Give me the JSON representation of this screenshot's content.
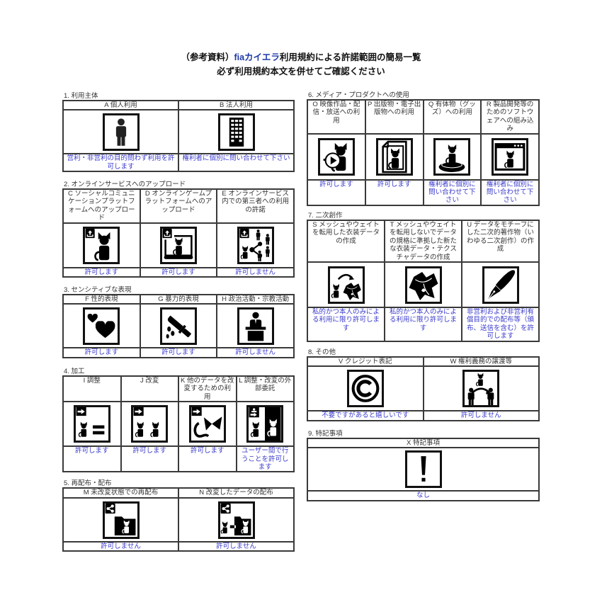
{
  "title": {
    "prefix": "（参考資料）",
    "brand": "fiaカイエラ",
    "suffix": "利用規約による許諾範囲の簡易一覧",
    "subtitle": "必ず利用規約本文を併せてご確認ください"
  },
  "colors": {
    "brand": "#1f3aa8",
    "status_text": "#3a3acc",
    "border": "#3a3a3a",
    "icon": "#000000"
  },
  "sections": [
    {
      "title": "1. 利用主体",
      "items": [
        {
          "id": "A",
          "header": "A 個人利用",
          "icon": "person-icon",
          "status": "営利・非営利の目的問わず利用を許可します"
        },
        {
          "id": "B",
          "header": "B 法人利用",
          "icon": "building-icon",
          "status": "権利者に個別に問い合わせて下さい"
        }
      ]
    },
    {
      "title": "2. オンラインサービスへのアップロード",
      "items": [
        {
          "id": "C",
          "header": "C ソーシャルコミュニケーションプラットフォームへのアップロード",
          "icon": "upload-cat-icon",
          "status": "許可します"
        },
        {
          "id": "D",
          "header": "D オンラインゲームプラットフォームへのアップロード",
          "icon": "upload-monitor-icon",
          "status": "許可します"
        },
        {
          "id": "E",
          "header": "E オンラインサービス内での第三者への利用の許諾",
          "icon": "upload-share-users-icon",
          "status": "許可しません"
        }
      ]
    },
    {
      "title": "3. センシティブな表現",
      "items": [
        {
          "id": "F",
          "header": "F 性的表現",
          "icon": "hearts-icon",
          "status": "許可します"
        },
        {
          "id": "G",
          "header": "G 暴力的表現",
          "icon": "knife-icon",
          "status": "許可します"
        },
        {
          "id": "H",
          "header": "H 政治活動・宗教活動",
          "icon": "podium-icon",
          "status": "許可しません"
        }
      ]
    },
    {
      "title": "4. 加工",
      "items": [
        {
          "id": "I",
          "header": "I 調整",
          "icon": "adjust-icon",
          "status": "許可します"
        },
        {
          "id": "J",
          "header": "J 改変",
          "icon": "modify-icon",
          "status": "許可します"
        },
        {
          "id": "K",
          "header": "K 他のデータを改変するための利用",
          "icon": "parts-reuse-icon",
          "status": "許可します"
        },
        {
          "id": "L",
          "header": "L 調整・改変の外部委託",
          "icon": "outsource-icon",
          "status": "ユーザー間で行うことを許可します"
        }
      ]
    },
    {
      "title": "5. 再配布・配布",
      "items": [
        {
          "id": "M",
          "header": "M 未改変状態での再配布",
          "icon": "share-folder-icon",
          "status": "許可しません"
        },
        {
          "id": "N",
          "header": "N 改変したデータの配布",
          "icon": "share-modified-icon",
          "status": "許可しません"
        }
      ]
    },
    {
      "title": "6. メディア・プロダクトへの使用",
      "items": [
        {
          "id": "O",
          "header": "O 映像作品・配信・放送への利用",
          "icon": "video-icon",
          "status": "許可します"
        },
        {
          "id": "P",
          "header": "P 出版物・電子出版物への利用",
          "icon": "publication-icon",
          "status": "許可します"
        },
        {
          "id": "Q",
          "header": "Q 有体物（グッズ）への利用",
          "icon": "goods-icon",
          "status": "権利者に個別に問い合わせて下さい"
        },
        {
          "id": "R",
          "header": "R 製品開発等のためのソフトウェアへの組み込み",
          "icon": "software-icon",
          "status": "権利者に個別に問い合わせて下さい"
        }
      ]
    },
    {
      "title": "7. 二次創作",
      "items": [
        {
          "id": "S",
          "header": "S メッシュやウェイトを転用した衣装データの作成",
          "icon": "cat-to-costume-icon",
          "status": "私的かつ本人のみによる利用に限り許可します"
        },
        {
          "id": "T",
          "header": "T メッシュやウェイトを転用しないでデータの規格に準拠した新たな衣装データ・テクスチャデータの作成",
          "icon": "costume-icon",
          "status": "私的かつ本人のみによる利用に限り許可します"
        },
        {
          "id": "U",
          "header": "U データをモチーフにした二次的著作物（いわゆる二次創作）の作成",
          "icon": "pen-icon",
          "status": "非営利および非営利有償目的での配布等（頒布、送信を含む）を許可します"
        }
      ]
    },
    {
      "title": "8. その他",
      "items": [
        {
          "id": "V",
          "header": "V クレジット表記",
          "icon": "copyright-icon",
          "status": "不要ですがあると嬉しいです"
        },
        {
          "id": "W",
          "header": "W 権利義務の譲渡等",
          "icon": "transfer-icon",
          "status": "許可しません"
        }
      ]
    },
    {
      "title": "9. 特記事項",
      "items": [
        {
          "id": "X",
          "header": "X 特記事項",
          "icon": "exclamation-icon",
          "status": "なし"
        }
      ]
    }
  ]
}
